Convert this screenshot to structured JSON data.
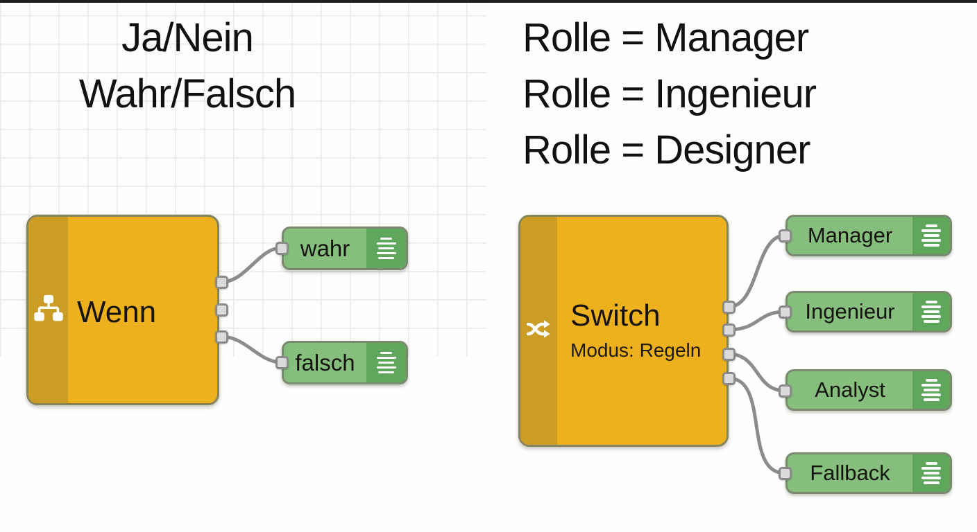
{
  "annotations": {
    "left_title_line1": "Ja/Nein",
    "left_title_line2": "Wahr/Falsch",
    "right_title_line1": "Rolle = Manager",
    "right_title_line2": "Rolle = Ingenieur",
    "right_title_line3": "Rolle = Designer"
  },
  "left_flow": {
    "source_node": {
      "label": "Wenn",
      "icon": "org-chart-icon"
    },
    "outputs": [
      {
        "label": "wahr"
      },
      {
        "label": "falsch"
      }
    ]
  },
  "right_flow": {
    "source_node": {
      "label": "Switch",
      "subtitle": "Modus: Regeln",
      "icon": "shuffle-icon"
    },
    "outputs": [
      {
        "label": "Manager"
      },
      {
        "label": "Ingenieur"
      },
      {
        "label": "Analyst"
      },
      {
        "label": "Fallback"
      }
    ]
  },
  "colors": {
    "orange_node_body": "#EDB11E",
    "orange_node_strip": "#CB9D24",
    "green_node_body": "#85BE7D",
    "green_node_icon_section": "#5FA75D",
    "wire": "#8C8C8C",
    "port_fill": "#DBDBDB",
    "port_border": "#8A8A8A",
    "grid_line": "#E9E9E9",
    "title_text": "#111111"
  }
}
